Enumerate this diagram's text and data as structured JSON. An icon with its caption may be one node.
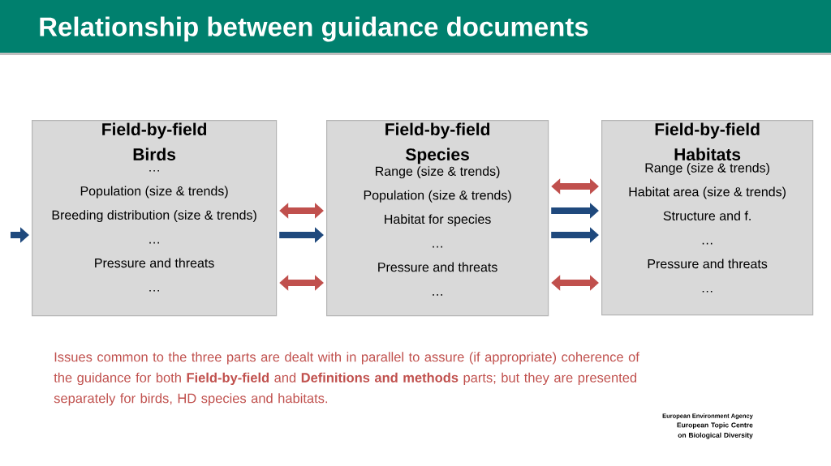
{
  "diagram": {
    "title": "Relationship between guidance documents",
    "nodes": [
      {
        "text": [
          "Field-by-field Birds",
          "…",
          "Population (size & trends)",
          "Breeding distribution (size & trends)",
          "…",
          "Pressure and threats",
          "…"
        ]
      },
      {
        "text": [
          "Field-by-field Species",
          "Range (size & trends)",
          "Population (size & trends)",
          "Habitat for species",
          "…",
          "Pressure and threats",
          "…"
        ]
      },
      {
        "text": [
          "Field-by-field Habitats",
          "Range (size & trends)",
          "Habitat area (size & trends)",
          "Structure and f.",
          "…",
          "Pressure and threats",
          "…"
        ]
      }
    ],
    "edges": [
      {
        "from": 0,
        "to": 1,
        "arrow": "both"
      },
      {
        "from": 0,
        "to": 1,
        "arrow": "to",
        "color": "#1f497d"
      },
      {
        "from": 0,
        "to": 1,
        "arrow": "both"
      },
      {
        "from": 1,
        "to": 2,
        "arrow": "both"
      },
      {
        "from": 1,
        "to": 2,
        "arrow": "to",
        "color": "#1f497d"
      },
      {
        "from": 1,
        "to": 2,
        "arrow": "to",
        "color": "#1f497d"
      },
      {
        "from": 1,
        "to": 2,
        "arrow": "both"
      },
      {
        "from": null,
        "to": 0,
        "arrow": "to",
        "color": "#1f497d"
      }
    ],
    "labels": [
      "Issues common to the three parts are dealt with in parallel to assure (if appropriate) coherence of the guidance for both **Field-by-field** and **Definitions and methods** parts; but they are presented separately for birds, HD species and habitats.",
      "European Environment Agency",
      "European Topic Centre on Biological Diversity"
    ]
  }
}
